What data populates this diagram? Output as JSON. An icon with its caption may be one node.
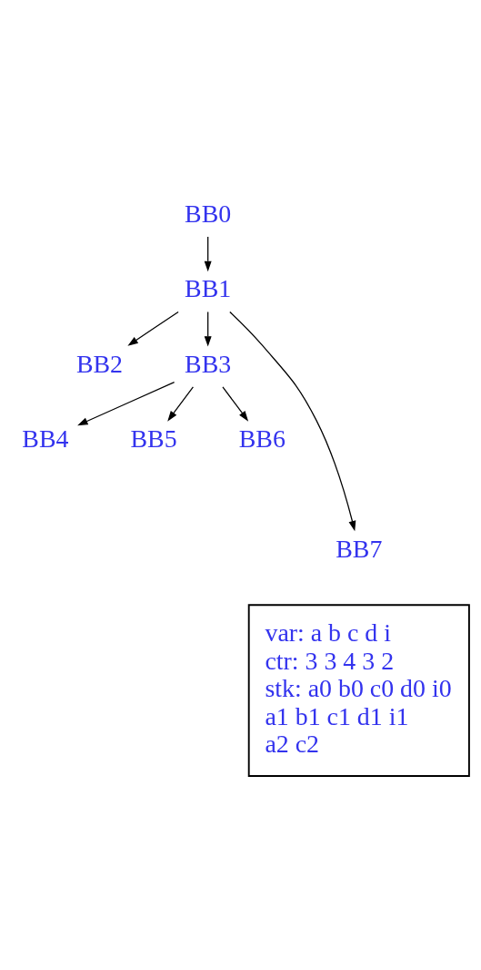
{
  "diagram": {
    "nodes": [
      {
        "text": [
          "BB0"
        ]
      },
      {
        "text": [
          "BB1"
        ]
      },
      {
        "text": [
          "BB2"
        ]
      },
      {
        "text": [
          "BB3"
        ]
      },
      {
        "text": [
          "BB4"
        ]
      },
      {
        "text": [
          "BB5"
        ]
      },
      {
        "text": [
          "BB6"
        ]
      },
      {
        "text": [
          "BB7"
        ]
      },
      {
        "text": [
          "var: a b c d i",
          "ctr: 3 3 4 3 2",
          "stk: a0 b0 c0 d0 i0",
          "a1 b1 c1 d1 i1",
          "a2 c2"
        ]
      }
    ],
    "edges": [
      {
        "from": 0,
        "to": 1,
        "arrow": "to"
      },
      {
        "from": 1,
        "to": 2,
        "arrow": "to"
      },
      {
        "from": 1,
        "to": 3,
        "arrow": "to"
      },
      {
        "from": 3,
        "to": 4,
        "arrow": "to"
      },
      {
        "from": 3,
        "to": 6,
        "arrow": "to"
      },
      {
        "from": 3,
        "to": 5,
        "arrow": "to"
      },
      {
        "from": 1,
        "to": 7,
        "arrow": "to"
      }
    ]
  }
}
